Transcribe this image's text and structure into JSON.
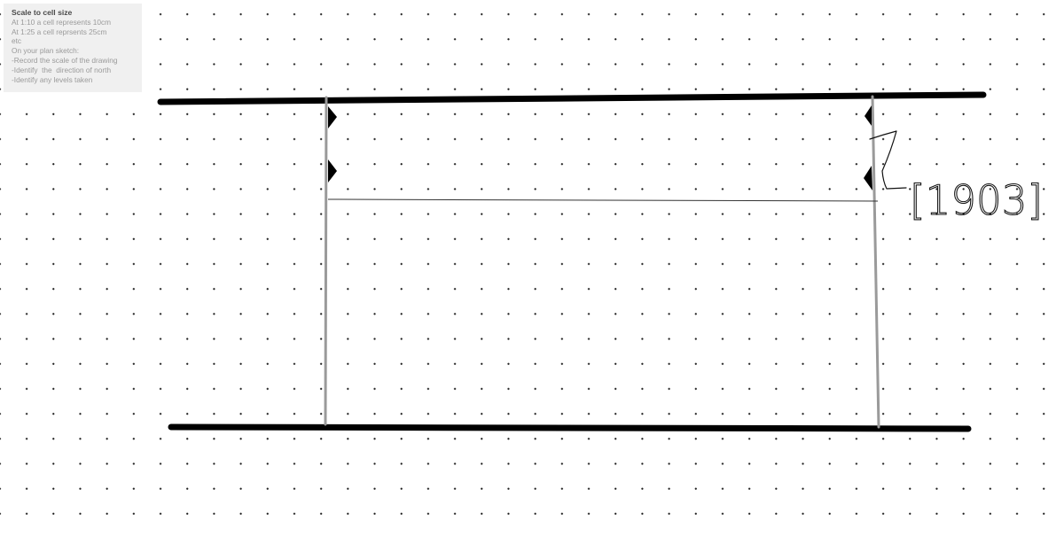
{
  "info_box": {
    "title": "Scale to cell size",
    "lines": [
      "At 1:10 a cell represents 10cm",
      "At 1:25 a cell reprsents 25cm",
      "etc",
      "On your plan sketch:",
      "-Record the scale of the drawing",
      "-Identify  the  direction of north",
      "-Identify any levels taken"
    ]
  },
  "annotation": {
    "label": "[1903]"
  },
  "colors": {
    "background": "#ffffff",
    "grid_dot": "#1a1a1a",
    "wall_line": "#000000",
    "section_line": "#9a9a9a",
    "info_box_bg": "#f0f0f0",
    "info_title": "#4a4a4a",
    "info_text": "#9a9a9a"
  }
}
